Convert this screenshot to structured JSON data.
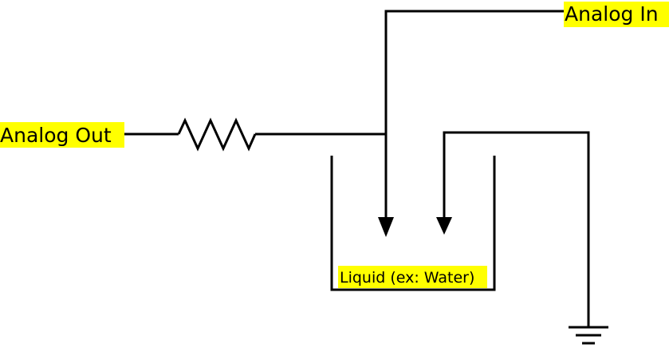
{
  "labels": {
    "analog_out": "Analog Out",
    "analog_in": "Analog In",
    "liquid": "Liquid (ex: Water)"
  },
  "colors": {
    "line": "#000000",
    "highlight": "#ffff00",
    "background": "#ffffff"
  },
  "components": {
    "resistor": "resistor-symbol",
    "container": "open-container",
    "ground": "ground-symbol",
    "probes": [
      "down-arrow-probe",
      "down-arrow-probe"
    ]
  }
}
